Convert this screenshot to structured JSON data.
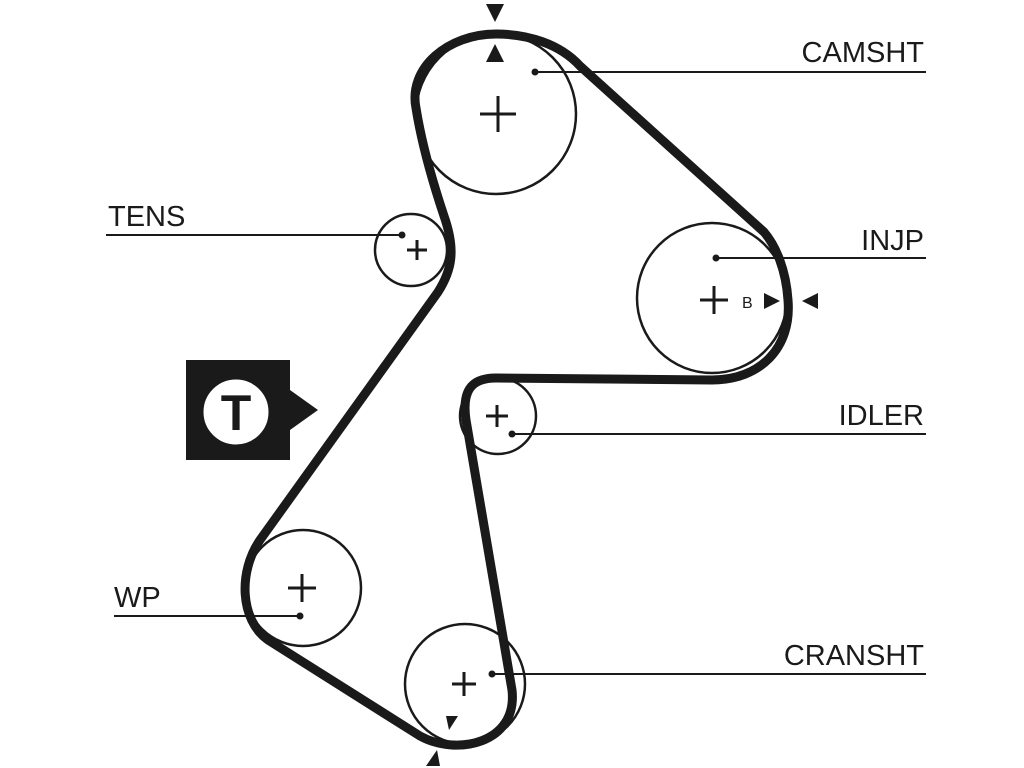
{
  "diagram": {
    "labels": {
      "camshaft": "CAMSHT",
      "tensioner": "TENS",
      "injection_pump": "INJP",
      "idler": "IDLER",
      "water_pump": "WP",
      "crankshaft": "CRANSHT"
    },
    "tensioner_badge": "T",
    "marker_b": "B",
    "colors": {
      "belt": "#1a1a1a",
      "line": "#1a1a1a",
      "badge": "#1a1a1a",
      "background": "#ffffff"
    }
  }
}
